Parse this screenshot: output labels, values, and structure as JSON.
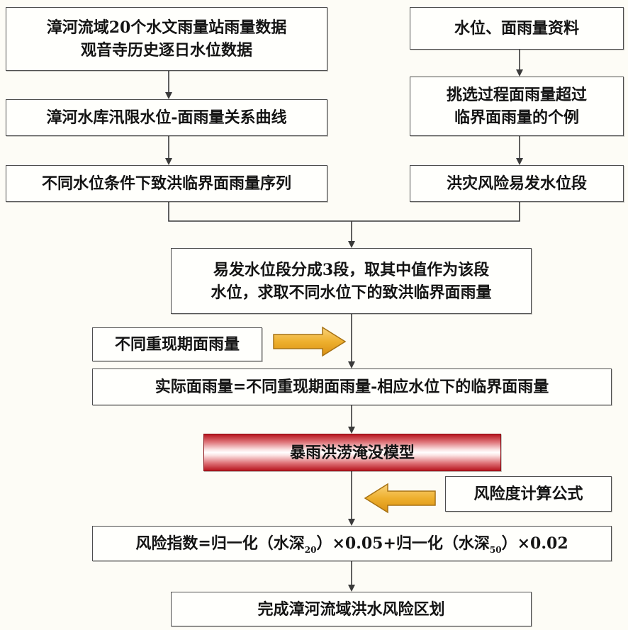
{
  "colors": {
    "background": "#fdfcf6",
    "box_border": "#4d4d4d",
    "connector": "#3a3a3a",
    "block_arrow_fill": "#eeb02e",
    "block_arrow_stroke": "#a77214",
    "model_red": "#b8161f"
  },
  "boxes": {
    "source_data": {
      "line1": "漳河流域20个水文雨量站雨量数据",
      "line2": "观音寺历史逐日水位数据"
    },
    "level_rainfall_data": {
      "text": "水位、面雨量资料"
    },
    "relation_curve": {
      "text": "漳河水库汛限水位-面雨量关系曲线"
    },
    "critical_rainfall_series": {
      "text": "不同水位条件下致洪临界面雨量序列"
    },
    "case_selection": {
      "line1": "挑选过程面雨量超过",
      "line2": "临界面雨量的个例"
    },
    "risk_prone_levels": {
      "text": "洪灾风险易发水位段"
    },
    "segment_levels": {
      "line1": "易发水位段分成3段，取其中值作为该段",
      "line2": "水位，求取不同水位下的致洪临界面雨量"
    },
    "return_period_rainfall": {
      "text": "不同重现期面雨量"
    },
    "actual_rainfall": {
      "text": "实际面雨量=不同重现期面雨量-相应水位下的临界面雨量"
    },
    "inundation_model": {
      "text": "暴雨洪涝淹没模型"
    },
    "risk_formula": {
      "text": "风险度计算公式"
    },
    "risk_index": {
      "part1": "风险指数=归一化（水深",
      "sub1": "20",
      "part2": "）×0.05+归一化（水深",
      "sub2": "50",
      "part3": "）×0.02"
    },
    "final_zoning": {
      "text": "完成漳河流域洪水风险区划"
    }
  }
}
